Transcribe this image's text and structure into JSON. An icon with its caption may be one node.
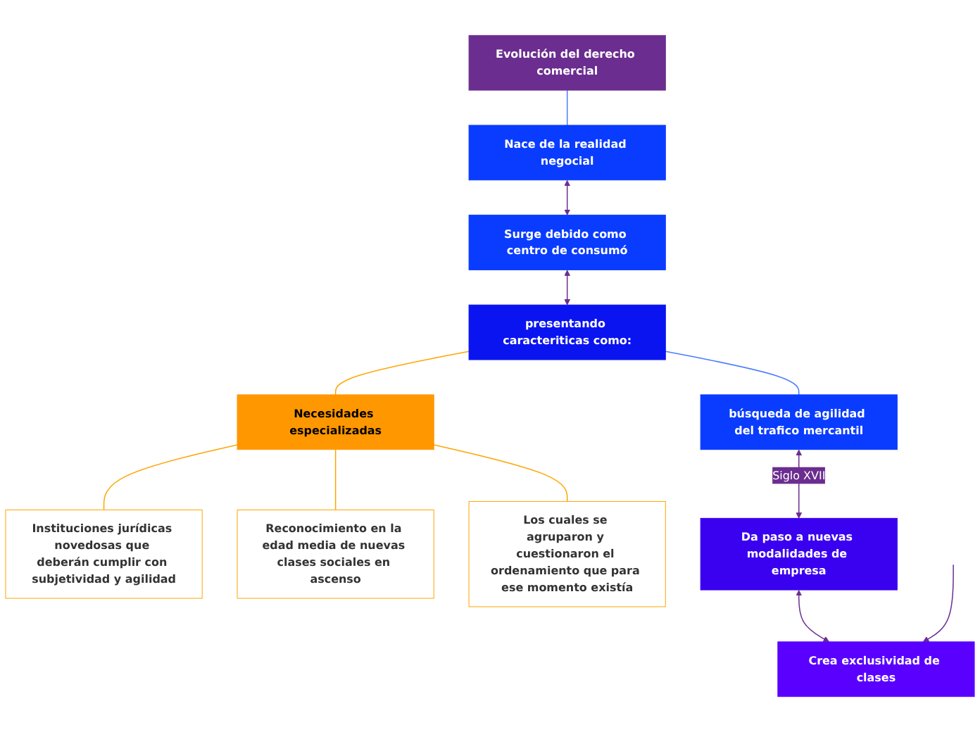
{
  "diagram": {
    "nodes": [
      {
        "text": [
          "Evolución del derecho comercial"
        ]
      },
      {
        "text": [
          "Nace de la realidad negocial"
        ]
      },
      {
        "text": [
          "Surge debido como centro de consumó"
        ]
      },
      {
        "text": [
          "presentando caracteriticas como:"
        ]
      },
      {
        "text": [
          "búsqueda de agilidad del trafico mercantil"
        ]
      },
      {
        "text": [
          "Necesidades especializadas"
        ]
      },
      {
        "text": [
          "Instituciones jurídicas novedosas que deberán cumplir con subjetividad y agilidad"
        ]
      },
      {
        "text": [
          "Reconocimiento en la edad media de nuevas clases sociales en ascenso"
        ]
      },
      {
        "text": [
          "Los cuales se agruparon y cuestionaron el ordenamiento que para ese momento existía"
        ]
      },
      {
        "text": [
          "Da paso a nuevas modalidades de empresa"
        ]
      },
      {
        "text": [
          "Crea exclusividad de clases"
        ]
      }
    ],
    "edges": [
      {
        "from": 0,
        "to": 1,
        "arrow": "none",
        "color": "#4a7cff"
      },
      {
        "from": 1,
        "to": 2,
        "arrow": "both"
      },
      {
        "from": 2,
        "to": 3,
        "arrow": "both"
      },
      {
        "from": 3,
        "to": 4,
        "arrow": "none",
        "color": "#4a7cff"
      },
      {
        "from": 3,
        "to": 5,
        "arrow": "none",
        "color": "#ffa500"
      },
      {
        "from": 5,
        "to": 6,
        "arrow": "none",
        "color": "#ffa500"
      },
      {
        "from": 5,
        "to": 7,
        "arrow": "none",
        "color": "#ffa500"
      },
      {
        "from": 5,
        "to": 8,
        "arrow": "none",
        "color": "#ffa500"
      },
      {
        "from": 4,
        "to": 9,
        "arrow": "both",
        "label": "Siglo XVII"
      },
      {
        "from": 9,
        "to": 10,
        "arrow": "both"
      },
      {
        "from": null,
        "to": 10,
        "arrow": "to"
      }
    ]
  }
}
